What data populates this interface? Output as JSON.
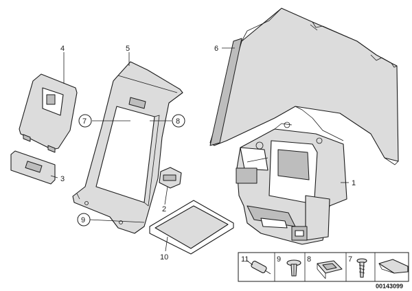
{
  "callouts": {
    "c1": "1",
    "c2": "2",
    "c3": "3",
    "c4": "4",
    "c5": "5",
    "c6": "6",
    "c7": "7",
    "c8": "8",
    "c9": "9",
    "c10": "10"
  },
  "legend": {
    "items": [
      {
        "number": "11"
      },
      {
        "number": "9"
      },
      {
        "number": "8"
      },
      {
        "number": "7"
      }
    ]
  },
  "doc_id": "00143099"
}
